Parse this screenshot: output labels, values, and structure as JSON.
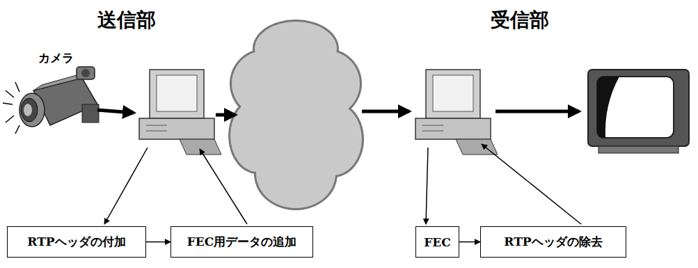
{
  "diagram": {
    "nodes": [
      {
        "text": [
          "RTPヘッダの付加"
        ]
      },
      {
        "text": [
          "FEC用データの追加"
        ]
      },
      {
        "text": [
          "FEC"
        ]
      },
      {
        "text": [
          "RTPヘッダの除去"
        ]
      }
    ],
    "edges": [
      {
        "from": 0,
        "to": 1,
        "arrow": "to"
      },
      {
        "from": 2,
        "to": 3,
        "arrow": "to"
      }
    ],
    "labels": [
      "送信部",
      "受信部",
      "カメラ"
    ]
  }
}
